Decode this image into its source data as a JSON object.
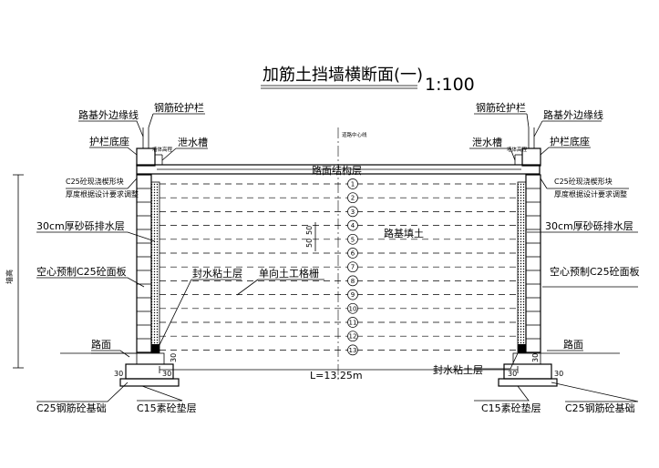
{
  "title": "加筋土挡墙横断面(一)",
  "scale": "1:100",
  "labels": {
    "subgrade_edge": "路基外边缘线",
    "rebar_guardrail": "钢筋砼护栏",
    "guardrail_base": "护栏底座",
    "drain_gutter": "泄水槽",
    "gutter_note": "墙体高程",
    "centerline": "道路中心线",
    "pavement_layer": "路面结构层",
    "block_note_1": "C25砼现浇楔形块",
    "block_note_2": "厚度根据设计要求调整",
    "sand_drain": "30cm厚砂砾排水层",
    "panel": "空心预制C25砼面板",
    "fill": "路基填土",
    "clay_seal": "封水粘土层",
    "geogrid": "单向土工格栅",
    "road_surface": "路面",
    "foundation": "C25钢筋砼基础",
    "cushion": "C15素砼垫层",
    "wall_height": "墙高",
    "width": "L=13.25m",
    "spacing_1": "50",
    "spacing_2": "50",
    "dim_30": "30"
  },
  "layer_numbers": [
    "1",
    "2",
    "3",
    "4",
    "5",
    "6",
    "7",
    "8",
    "9",
    "10",
    "11",
    "12",
    "13"
  ]
}
